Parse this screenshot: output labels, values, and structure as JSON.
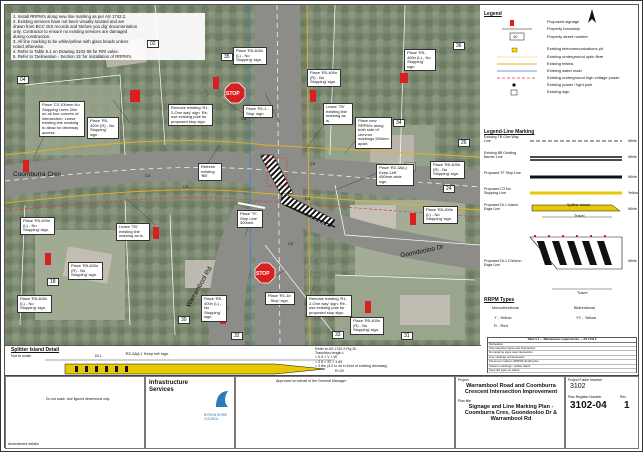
{
  "notes": [
    "1. Install RRPM's along new line marking as per AS 1742.2.",
    "2. Existing services have not been visually located and are",
    "   drawn from BCC GIS records and 'Before you dig' documentation",
    "   only. Contractor to ensure no existing services are damaged",
    "   during construction.",
    "3. All line marking to be white/yellow with glass beads unless",
    "   noted otherwise.",
    "4. Refer to Table 5.1 on Drawing 3102-05 for RRI value.",
    "5. Refer to 'Delineation - Section 15' for installation of RRPM's."
  ],
  "house_numbers": [
    "02",
    "04",
    "35",
    "36",
    "34",
    "26",
    "24",
    "18",
    "30",
    "32",
    "33",
    "31"
  ],
  "callouts": {
    "c1": "Place 'C3 100mm No Stopping Lines 20m on all four corners of intersection. Leave existing line marking to allow for driveway access.",
    "c2": "Place 'R5-400n (L) - No Stopping' sign.",
    "c3": "Place 'R5-400n (R) - No Stopping' sign.",
    "c4": "Remove existing 'R1-2-One way' sign. Re-use existing pole for proposed stop sign.",
    "c5": "Place 'R1-1 - Stop' sign.",
    "c6": "Place 'R5-400n (L) - No Stopping' sign.",
    "c7": "Leave 'TB' existing line marking as is.",
    "c8": "Place 'R5-400n (R) - No Stopping' sign.",
    "c9": "Place 'R5-400n (L) - No Stopping' sign.",
    "c10": "Place new RRPM's along both side of chevron markings 500mm apart.",
    "c11": "Place 'R2-3A(L) Keep Left' 450mm wide sign.",
    "c12": "Place 'R5-400n (R) - No Stopping' sign.",
    "c13": "Place 'R5-400n (L) - No Stopping' sign.",
    "c14": "Refresh existing 'BB'",
    "c15": "Place 'TF-Stop Line' 300mm.",
    "c16": "Leave 'TB' existing line marking as is.",
    "c17": "Place 'R5-400n (R) - No Stopping' sign.",
    "c18": "Place 'R5-400n (L) - No Stopping' sign.",
    "c19": "Place 'R1-1b - Stop' sign.",
    "c20": "Remove existing 'R1-2-One way' sign. Re-use existing pole for proposed stop sign.",
    "c21": "Place 'R5-400n (L) - No Stopping' sign.",
    "c22": "Place 'R5-400n (R) - No Stopping' sign."
  },
  "roads": {
    "coomburra": "Coomburra Cres",
    "goondooloo": "Goondooloo Dr",
    "warrambool": "Warrambool Rd"
  },
  "stop_text": "STOP",
  "legend": {
    "title": "Legend",
    "items": [
      "Proposed signage",
      "Property boundary",
      "Property street number",
      "Existing telecommunications pit",
      "Existing underground optic fibre",
      "Existing telstra",
      "Existing water main",
      "Existing underground high voltage power",
      "Existing power / light pole",
      "Existing sign"
    ],
    "street_number_sample": "40",
    "line_title": "Legend-Line Marking",
    "lines": [
      {
        "label": "Existing TB Give Way Line",
        "col": "White"
      },
      {
        "label": "Existing BB Dividing Barrier Line",
        "col": "White"
      },
      {
        "label": "Proposed TF Stop Line",
        "col": "White"
      },
      {
        "label": "Proposed C3 No Stopping Line",
        "col": "Yellow"
      },
      {
        "label": "Proposed DL1 Island Edge Line",
        "col": "White"
      },
      {
        "label": "Proposed DL1 Chevron Edge Line",
        "col": "White"
      }
    ],
    "splitter": "Splitter island",
    "travel": "Travel"
  },
  "rrpm": {
    "title": "RRPM Types",
    "uni": "Monodirectional",
    "bi": "Bidirectional",
    "y": "Y",
    "yellow": "- Yellow",
    "yy": "YY",
    "r": "R",
    "red": "- Red"
  },
  "table": {
    "title": "Table 5.1 — Maintenance requirements — AS 1742.2",
    "rows": [
      "Delineation",
      "Give way/stop signs near intersection",
      "No stopping signs near intersection",
      "Line markings at intersection",
      "Pavement markers (RRPM) dividing line",
      "Chevron markings / splitter island",
      "Keep left signs on island"
    ]
  },
  "detail": {
    "title": "Splitter Island Detail",
    "scale": "Not to scale",
    "sign_label": "'R2-3A(L)' Keep left sign.",
    "refer": "Refer to AS 1742.2 Fig 2h",
    "transition": "Transition length L",
    "f1": "= 0.5 × V × W",
    "f2": "= 0.5 × 20 × 3.65",
    "f3": "= 3.6m (4.0 to sit in front of existing driveway)",
    "dl1": "DL1",
    "r": "R=20"
  },
  "title_block": {
    "org": "Infrastructure Services",
    "council": "BYRON SHIRE COUNCIL",
    "project_label": "Project",
    "project": "Warrambool Road and Coomburra Crescent Intersection Improvement",
    "drawing_label": "Plan title",
    "drawing": "Signage and Line Marking Plan - Coomburra Cres, Goondooloo Dr & Warrambool Rd",
    "project_number_label": "Project Folder Number",
    "drawing_number_label": "Plan Register Number",
    "project_number": "3102",
    "drawing_number": "3102-04",
    "rev_label": "Rev",
    "rev": "1",
    "approved": "Approved on behalf of the General Manager",
    "disclaimer": "Do not scale. Use figured dimensions only.",
    "amend": "Amendment details"
  }
}
